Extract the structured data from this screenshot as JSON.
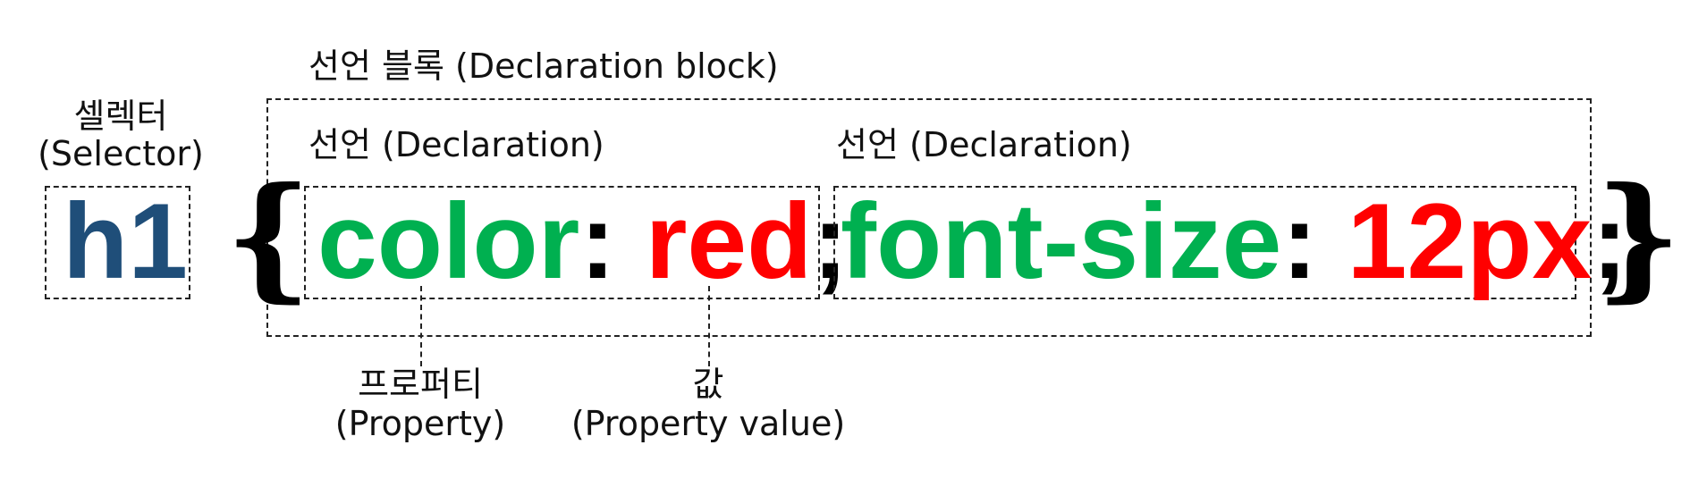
{
  "declaration_block": {
    "label": "선언 블록 (Declaration block)"
  },
  "selector": {
    "label_ko": "셀렉터",
    "label_en": "(Selector)",
    "code": "h1"
  },
  "braces": {
    "open": "{",
    "close": "}"
  },
  "declarations": [
    {
      "label": "선언 (Declaration)",
      "property": "color",
      "colon": ":",
      "value": "red",
      "semicolon": ";"
    },
    {
      "label": "선언 (Declaration)",
      "property": "font-size",
      "colon": ":",
      "value": "12px",
      "semicolon": ";"
    }
  ],
  "annotations": {
    "property": {
      "label_ko": "프로퍼티",
      "label_en": "(Property)"
    },
    "value": {
      "label_ko": "값",
      "label_en": "(Property value)"
    }
  },
  "colors": {
    "selector": "#1f4e79",
    "property": "#00b050",
    "value": "#ff0000",
    "punctuation": "#000000"
  }
}
